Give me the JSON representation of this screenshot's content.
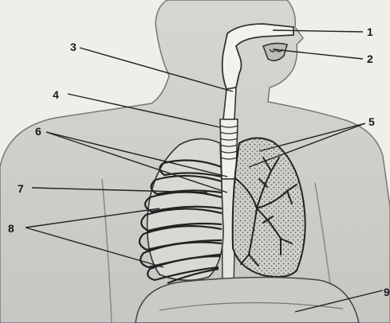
{
  "diagram": {
    "labels": [
      {
        "id": "1",
        "text": "1"
      },
      {
        "id": "2",
        "text": "2"
      },
      {
        "id": "3",
        "text": "3"
      },
      {
        "id": "4",
        "text": "4"
      },
      {
        "id": "5",
        "text": "5"
      },
      {
        "id": "6",
        "text": "6"
      },
      {
        "id": "7",
        "text": "7"
      },
      {
        "id": "8",
        "text": "8"
      },
      {
        "id": "9",
        "text": "9"
      }
    ]
  }
}
